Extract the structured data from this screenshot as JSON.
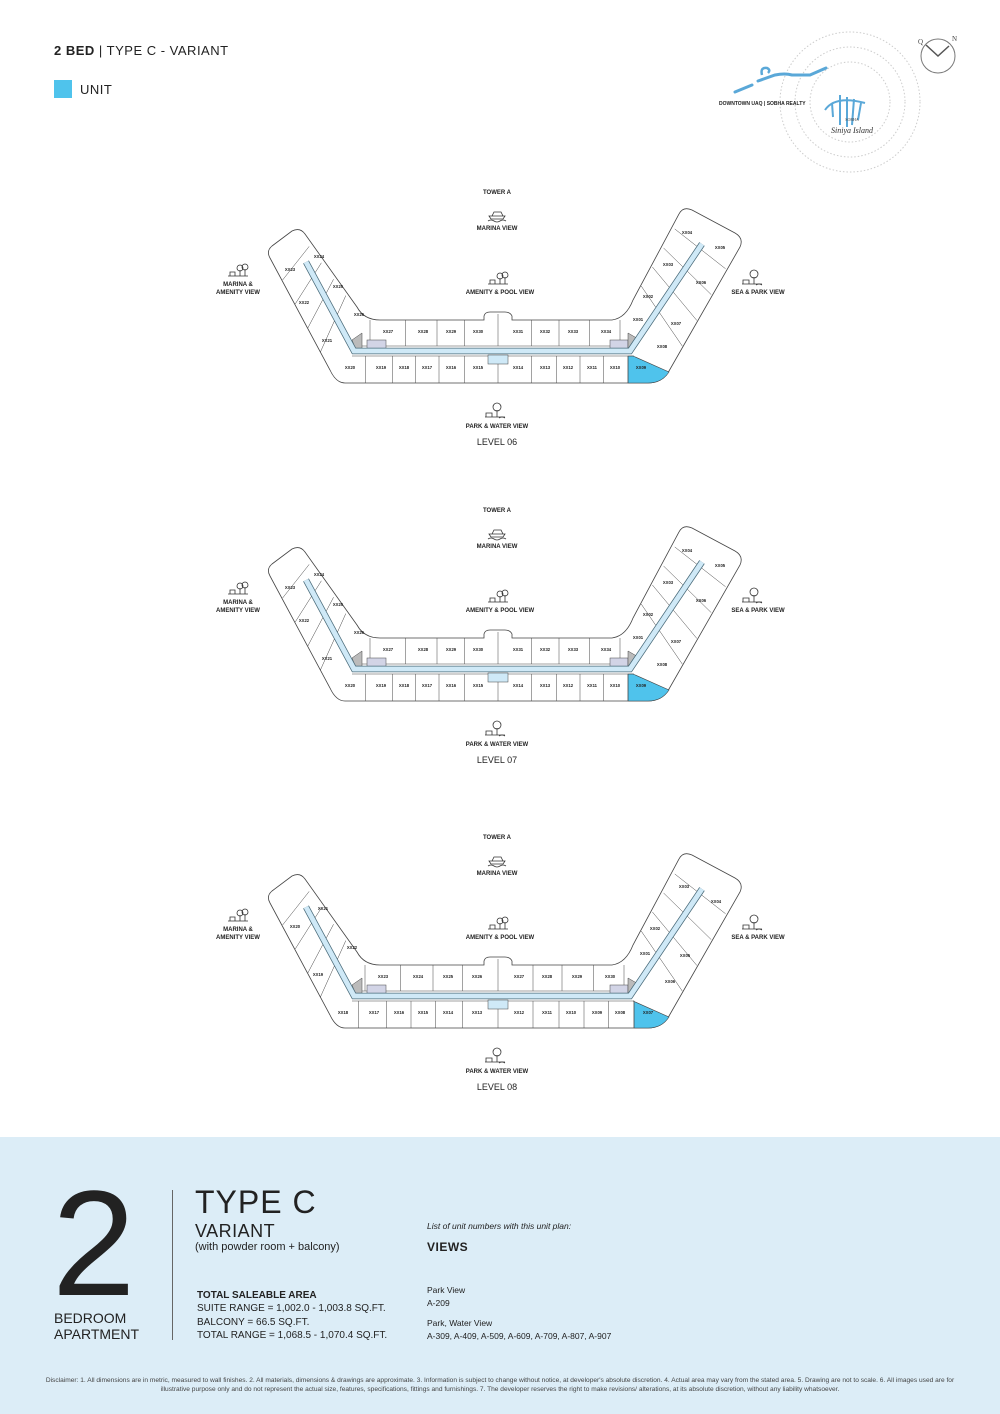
{
  "header": {
    "bed": "2 BED",
    "type": "| TYPE C - VARIANT"
  },
  "legend": {
    "label": "UNIT",
    "color": "#4fc3ec"
  },
  "logo": {
    "brand_text": "DOWNTOWN UAQ | SOBHA REALTY",
    "sub_brand": "SOBHA",
    "script_name": "Siniya Island",
    "compass": {
      "q": "Q",
      "n": "N"
    }
  },
  "plans": [
    {
      "tower": "TOWER A",
      "level": "LEVEL 06",
      "views": {
        "top": "MARINA VIEW",
        "center": "AMENITY & POOL VIEW",
        "left1": "MARINA &",
        "left2": "AMENITY VIEW",
        "right": "SEA & PARK VIEW",
        "bottom": "PARK & WATER VIEW"
      },
      "units": {
        "left": [
          "XX23",
          "XX24",
          "XX25",
          "XX22",
          "XX26",
          "XX21"
        ],
        "top": [
          "XX27",
          "XX28",
          "XX29",
          "XX30",
          "XX31",
          "XX32",
          "XX33",
          "XX34"
        ],
        "bottom": [
          "XX20",
          "XX19",
          "XX18",
          "XX17",
          "XX16",
          "XX15",
          "XX14",
          "XX13",
          "XX12",
          "XX11",
          "XX10",
          "XX09"
        ],
        "right": [
          "XX04",
          "XX05",
          "XX03",
          "XX06",
          "XX02",
          "XX07",
          "XX01",
          "XX08"
        ]
      },
      "highlighted_unit": "XX09"
    },
    {
      "tower": "TOWER A",
      "level": "LEVEL 07",
      "views": {
        "top": "MARINA VIEW",
        "center": "AMENITY & POOL VIEW",
        "left1": "MARINA &",
        "left2": "AMENITY VIEW",
        "right": "SEA & PARK VIEW",
        "bottom": "PARK & WATER VIEW"
      },
      "units": {
        "left": [
          "XX23",
          "XX24",
          "XX25",
          "XX22",
          "XX26",
          "XX21"
        ],
        "top": [
          "XX27",
          "XX28",
          "XX29",
          "XX30",
          "XX31",
          "XX32",
          "XX33",
          "XX34"
        ],
        "bottom": [
          "XX20",
          "XX19",
          "XX18",
          "XX17",
          "XX16",
          "XX15",
          "XX14",
          "XX13",
          "XX12",
          "XX11",
          "XX10",
          "XX09"
        ],
        "right": [
          "XX04",
          "XX05",
          "XX03",
          "XX06",
          "XX02",
          "XX07",
          "XX01",
          "XX08"
        ]
      },
      "highlighted_unit": "XX09"
    },
    {
      "tower": "TOWER A",
      "level": "LEVEL 08",
      "views": {
        "top": "MARINA VIEW",
        "center": "AMENITY & POOL VIEW",
        "left1": "MARINA &",
        "left2": "AMENITY VIEW",
        "right": "SEA & PARK VIEW",
        "bottom": "PARK & WATER VIEW"
      },
      "units": {
        "left": [
          "XX20",
          "XX21",
          "XX22",
          "XX19"
        ],
        "top": [
          "XX23",
          "XX24",
          "XX25",
          "XX26",
          "XX27",
          "XX28",
          "XX29",
          "XX30"
        ],
        "bottom": [
          "XX18",
          "XX17",
          "XX16",
          "XX15",
          "XX14",
          "XX13",
          "XX12",
          "XX11",
          "XX10",
          "XX09",
          "XX08",
          "XX07"
        ],
        "right": [
          "XX03",
          "XX04",
          "XX02",
          "XX05",
          "XX01",
          "XX06"
        ]
      },
      "highlighted_unit": "XX07"
    }
  ],
  "summary": {
    "bedrooms": "2",
    "bedroom_line1": "BEDROOM",
    "bedroom_line2": "APARTMENT",
    "type": "TYPE C",
    "variant": "VARIANT",
    "variant_note": "(with powder room + balcony)",
    "area_title": "TOTAL SALEABLE AREA",
    "suite_range": "SUITE RANGE = 1,002.0 - 1,003.8 SQ.FT.",
    "balcony": "BALCONY = 66.5 SQ.FT.",
    "total_range": "TOTAL RANGE = 1,068.5 - 1,070.4 SQ.FT.",
    "list_intro": "List of unit numbers with this unit plan:",
    "views_title": "VIEWS",
    "view_groups": [
      {
        "name": "Park View",
        "units": "A-209"
      },
      {
        "name": "Park, Water View",
        "units": "A-309, A-409, A-509, A-609, A-709, A-807, A-907"
      }
    ]
  },
  "disclaimer": "Disclaimer: 1. All dimensions are in metric, measured to wall finishes. 2. All materials, dimensions & drawings are approximate. 3. Information is subject to change without notice, at developer's absolute discretion. 4. Actual area may vary from the stated area. 5. Drawing are not to scale. 6. All images used are for illustrative purpose only and do not represent the actual size, features, specifications, fittings and furnishings. 7. The developer reserves the right to make revisions/ alterations, at its absolute discretion, without any liability whatsoever."
}
